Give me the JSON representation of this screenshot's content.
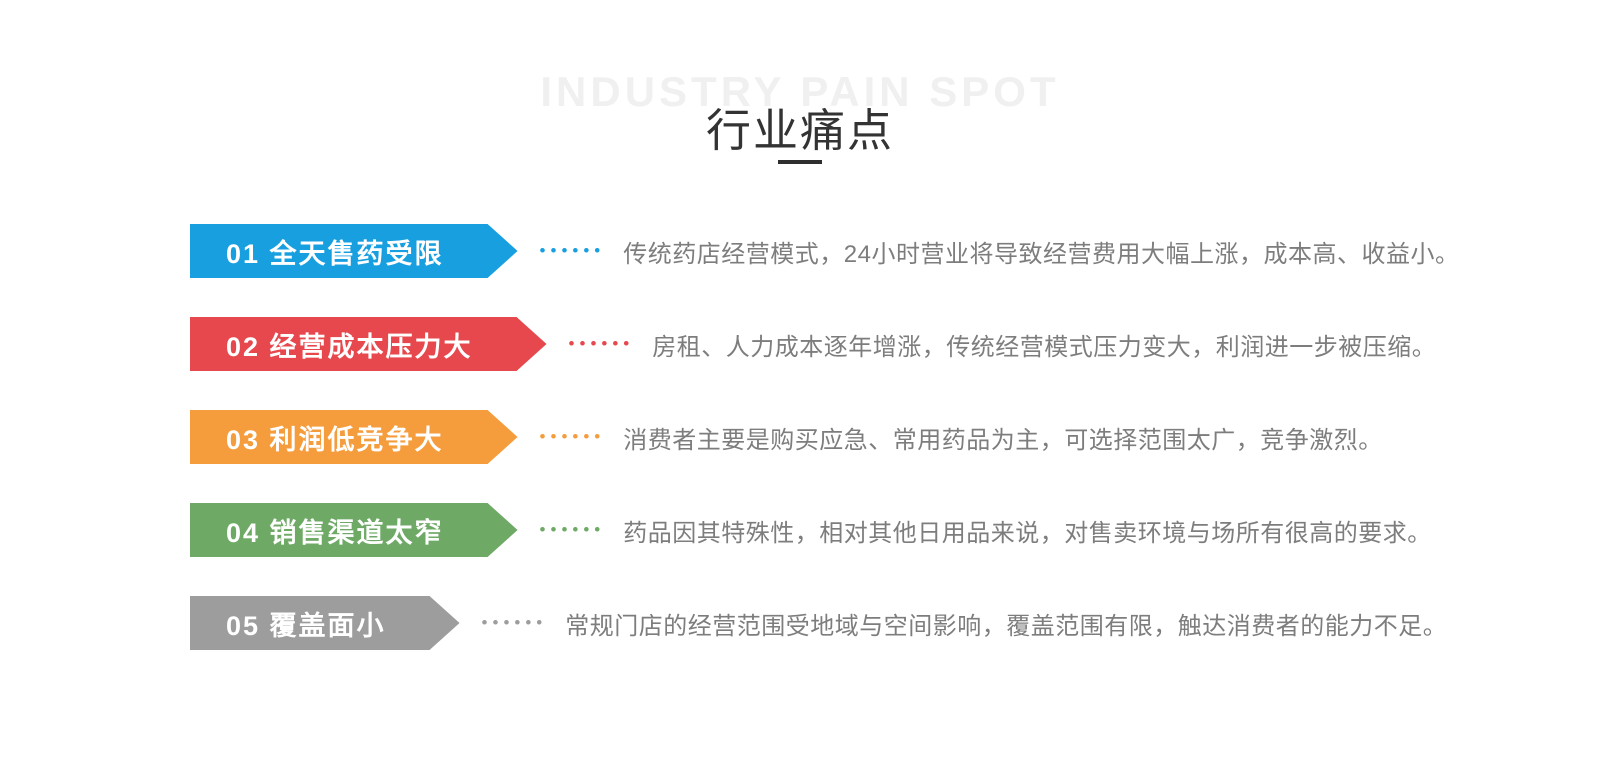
{
  "header": {
    "watermark": "INDUSTRY PAIN SPOT",
    "title": "行业痛点"
  },
  "decor": {
    "dot_leader": "••••••"
  },
  "colors": {
    "title_text": "#333333",
    "watermark_text": "#f0f0f0",
    "description_text": "#7d7d7d"
  },
  "rows": [
    {
      "label": "01 全天售药受限",
      "color": "#189fe0",
      "description": "传统药店经营模式，24小时营业将导致经营费用大幅上涨，成本高、收益小。"
    },
    {
      "label": "02 经营成本压力大",
      "color": "#e6484e",
      "description": "房租、人力成本逐年增涨，传统经营模式压力变大，利润进一步被压缩。"
    },
    {
      "label": "03 利润低竞争大",
      "color": "#f59c3c",
      "description": "消费者主要是购买应急、常用药品为主，可选择范围太广，竞争激烈。"
    },
    {
      "label": "04 销售渠道太窄",
      "color": "#6ea966",
      "description": "药品因其特殊性，相对其他日用品来说，对售卖环境与场所有很高的要求。"
    },
    {
      "label": "05 覆盖面小",
      "color": "#9d9d9d",
      "description": "常规门店的经营范围受地域与空间影响，覆盖范围有限，触达消费者的能力不足。"
    }
  ]
}
